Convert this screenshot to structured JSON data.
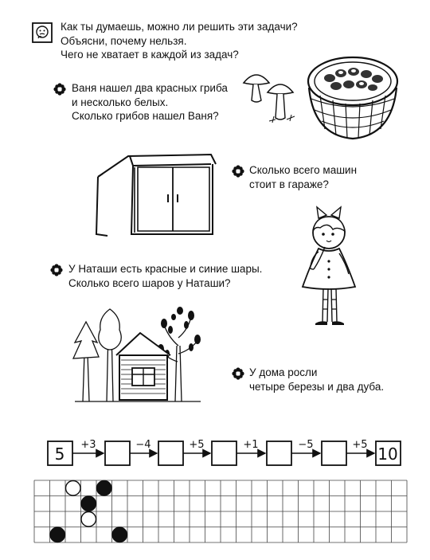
{
  "intro": {
    "lines": [
      "Как ты думаешь, можно ли решить эти задачи?",
      "Объясни, почему нельзя.",
      "Чего не хватает в каждой из задач?"
    ]
  },
  "tasks": [
    {
      "lines": [
        "Ваня нашел два красных гриба",
        "и несколько белых.",
        "Сколько грибов нашел Ваня?"
      ]
    },
    {
      "lines": [
        "Сколько всего машин",
        "стоит в гараже?"
      ]
    },
    {
      "lines": [
        "У Наташи есть красные и синие шары.",
        "Сколько всего шаров у Наташи?"
      ]
    },
    {
      "lines": [
        "У дома росли",
        "четыре березы и два дуба."
      ]
    }
  ],
  "chain": {
    "start": "5",
    "end": "10",
    "ops": [
      "+3",
      "−4",
      "+5",
      "+1",
      "−5",
      "+5"
    ]
  },
  "grid": {
    "cols": 24,
    "rows": 4,
    "filled_dots": [
      [
        3,
        1
      ],
      [
        4,
        0
      ],
      [
        1,
        3
      ],
      [
        5,
        3
      ]
    ],
    "open_dots": [
      [
        2,
        0
      ],
      [
        3,
        2
      ]
    ]
  },
  "colors": {
    "ink": "#111111",
    "paper": "#ffffff"
  },
  "icons": [
    "thinking-face-icon",
    "flower-bullet-icon"
  ]
}
